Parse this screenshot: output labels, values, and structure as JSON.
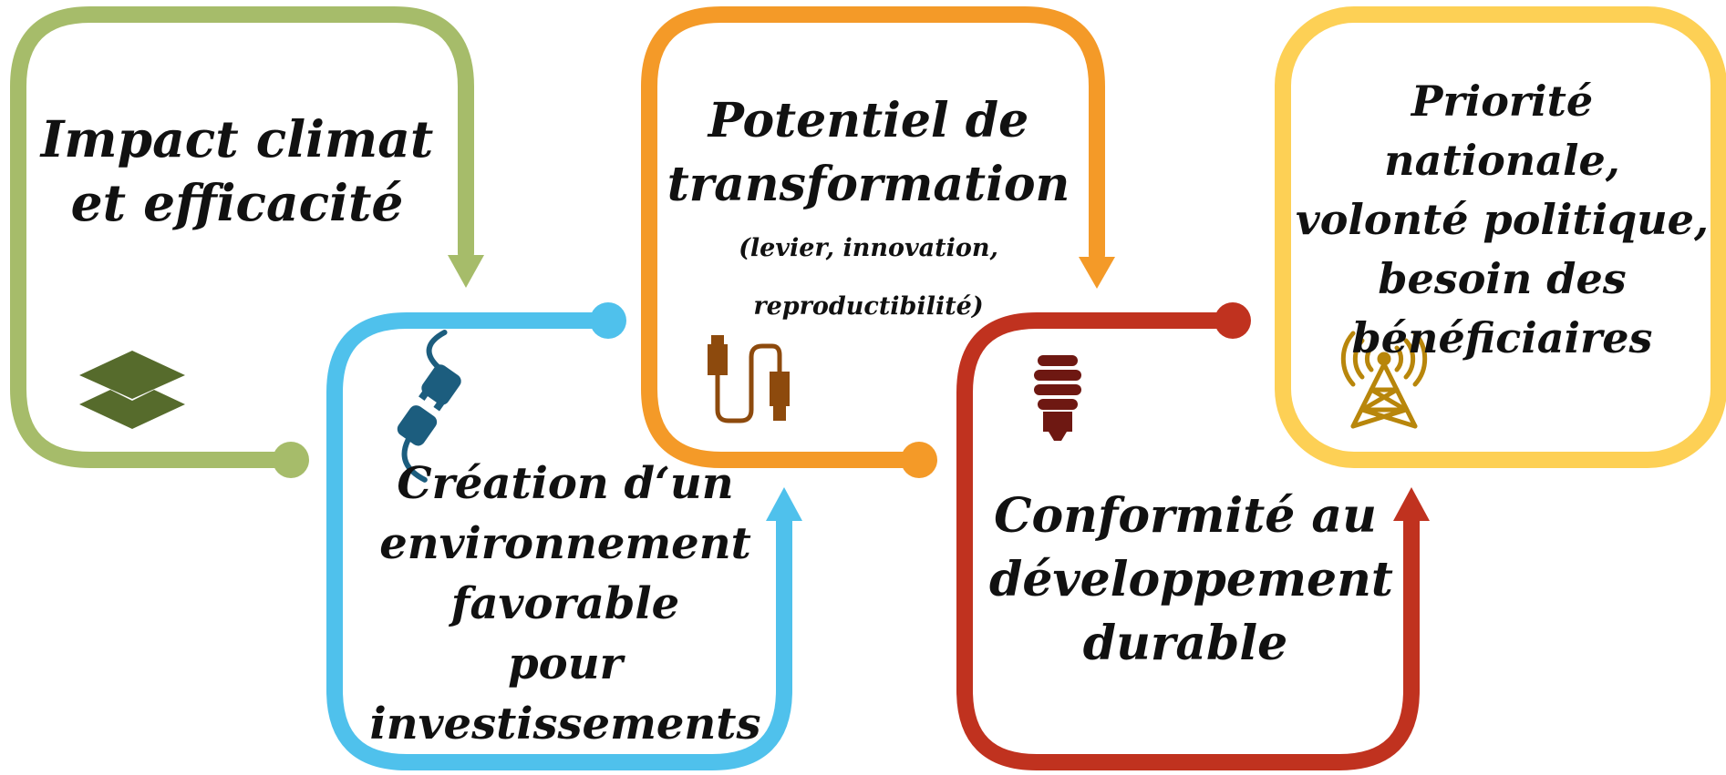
{
  "colors": {
    "green": "#a6bc6a",
    "blue": "#4fc1ec",
    "orange": "#f49a28",
    "red": "#c0321f",
    "yellow": "#fdd055",
    "green_icon": "#566b2c",
    "blue_icon": "#1c5d7e",
    "orange_icon": "#8d4a0d",
    "red_icon": "#6e1812",
    "yellow_icon": "#b8860b"
  },
  "steps": [
    {
      "lines": [
        "Impact climat",
        "et efficacité"
      ],
      "icon": "layers-icon",
      "color": "green"
    },
    {
      "lines": [
        "Création d‘un",
        "environnement",
        "favorable",
        "pour",
        "investissements"
      ],
      "icon": "plug-icon",
      "color": "blue"
    },
    {
      "lines": [
        "Potentiel de",
        "transformation"
      ],
      "sub_lines": [
        "(levier, innovation,",
        "reproductibilité)"
      ],
      "icon": "usb-cable-icon",
      "color": "orange"
    },
    {
      "lines": [
        "Conformité au",
        "développement",
        "durable"
      ],
      "icon": "lightbulb-icon",
      "color": "red"
    },
    {
      "lines": [
        "Priorité nationale,",
        "volonté politique,",
        "besoin des",
        "bénéficiaires"
      ],
      "icon": "antenna-tower-icon",
      "color": "yellow"
    }
  ]
}
